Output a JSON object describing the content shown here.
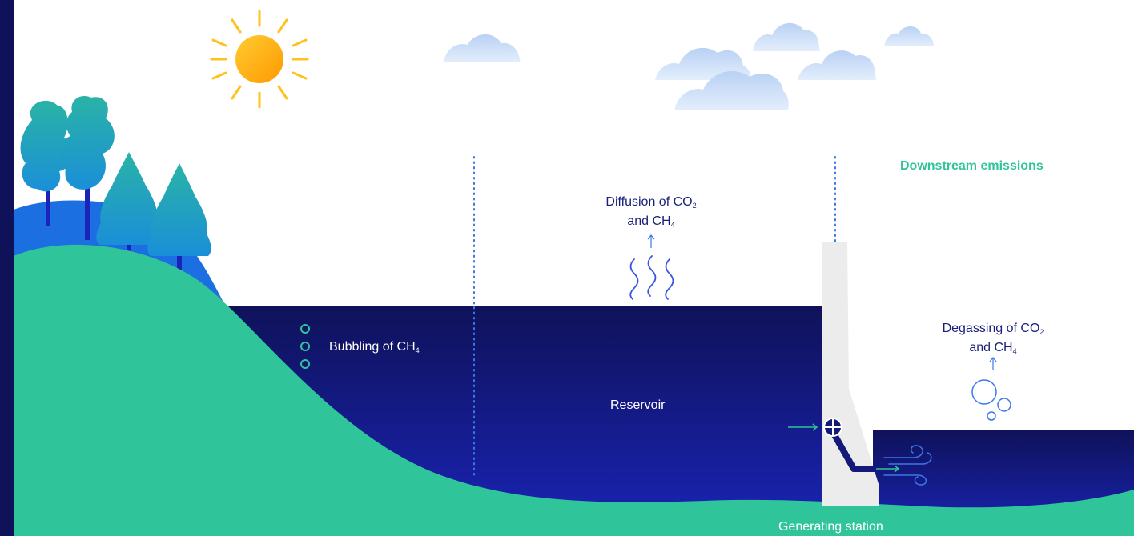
{
  "labels": {
    "downstream": "Downstream emissions",
    "diffusion_line1": "Diffusion of CO",
    "diffusion_sub1": "2",
    "diffusion_line2": "and CH",
    "diffusion_sub2": "4",
    "bubbling": "Bubbling of CH",
    "bubbling_sub": "4",
    "degassing_line1": "Degassing of CO",
    "degassing_sub1": "2",
    "degassing_line2": "and CH",
    "degassing_sub2": "4",
    "reservoir": "Reservoir",
    "generating_station": "Generating station"
  },
  "colors": {
    "navy": "#15197a",
    "deep_navy": "#0f1259",
    "hill_green": "#2fc49a",
    "accent_green": "#2fc49a",
    "dam_gray": "#eeeeee",
    "sun": "#ffb400",
    "cloud": "#c9dcf6",
    "flow_blue": "#2f6fe0"
  },
  "icons": [
    "sun-icon",
    "cloud-icon",
    "tree-icon",
    "bubble-icon",
    "wave-icon",
    "arrow-up-icon",
    "turbine-icon",
    "wind-flow-icon"
  ]
}
